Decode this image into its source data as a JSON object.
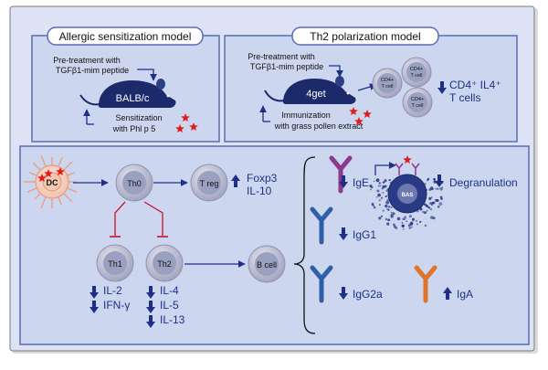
{
  "top_left": {
    "title": "Allergic sensitization model",
    "pretreat_line1": "Pre-treatment with",
    "pretreat_line2": "TGFβ1-mim peptide",
    "mouse_label": "BALB/c",
    "sens_line1": "Sensitization",
    "sens_line2": "with Phl p 5"
  },
  "top_right": {
    "title": "Th2 polarization model",
    "pretreat_line1": "Pre-treatment with",
    "pretreat_line2": "TGFβ1-mim peptide",
    "mouse_label": "4get",
    "imm_line1": "Immunization",
    "imm_line2": "with grass pollen extract",
    "cell_label_1": "CD4+",
    "cell_label_2": "T cell",
    "result_line1": "CD4⁺ IL4⁺",
    "result_line2": "T cells"
  },
  "bottom": {
    "dc": "DC",
    "th0": "Th0",
    "treg": "T reg",
    "treg_out_1": "Foxp3",
    "treg_out_2": "IL-10",
    "th1": "Th1",
    "th2": "Th2",
    "th1_out_1": "IL-2",
    "th1_out_2": "IFN-γ",
    "th2_out_1": "IL-4",
    "th2_out_2": "IL-5",
    "th2_out_3": "IL-13",
    "bcell": "B cell",
    "ige": "IgE",
    "igg1": "IgG1",
    "igg2a": "IgG2a",
    "iga": "IgA",
    "bas": "BAS",
    "degranulation": "Degranulation"
  },
  "colors": {
    "page_bg": "#ffffff",
    "outer_bg": "#dde3f5",
    "panel_bg": "#cdd6ef",
    "panel_border": "#5b6cb2",
    "arrow": "#1f2f86",
    "cell_fill": "#b9bbcf",
    "nucleus": "#8f93b3",
    "mouse": "#1c2a6b",
    "star": "#e21a1a",
    "inhibit": "#c8102e",
    "ige": "#8c3b8c",
    "igg": "#2f5fa6",
    "iga": "#e0742a"
  }
}
